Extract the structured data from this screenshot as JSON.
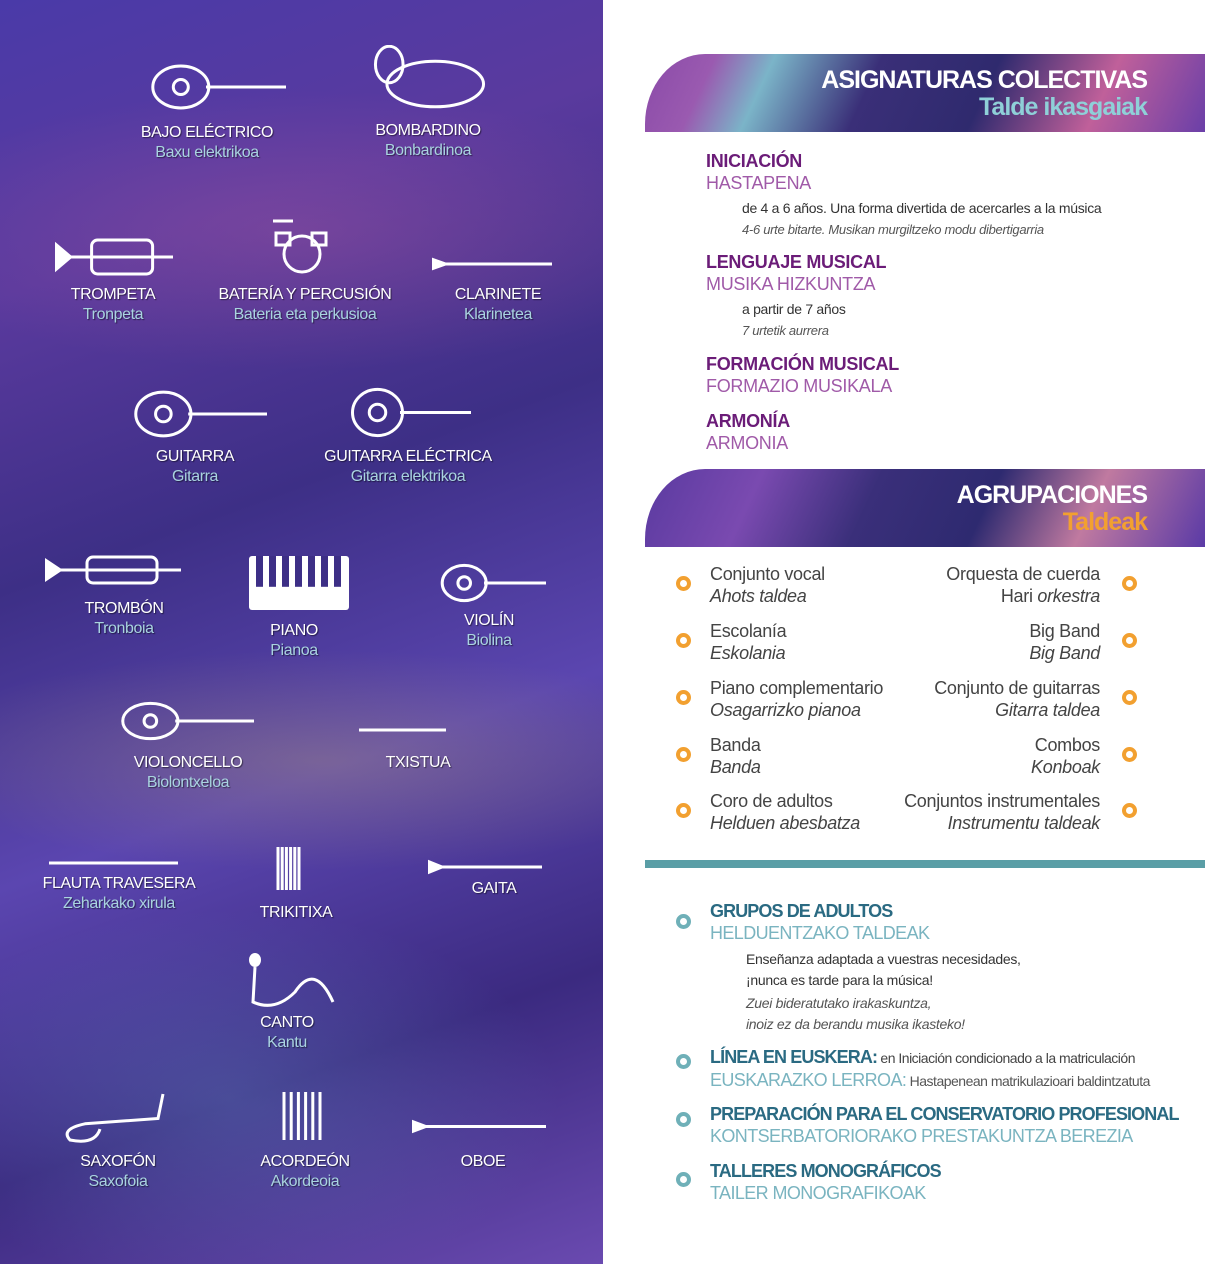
{
  "instruments": [
    {
      "es": "BAJO ELÉCTRICO",
      "eu": "Baxu elektrikoa",
      "icon": "electric-bass"
    },
    {
      "es": "BOMBARDINO",
      "eu": "Bonbardinoa",
      "icon": "euphonium"
    },
    {
      "es": "TROMPETA",
      "eu": "Tronpeta",
      "icon": "trumpet"
    },
    {
      "es": "BATERÍA Y PERCUSIÓN",
      "eu": "Bateria eta perkusioa",
      "icon": "drums"
    },
    {
      "es": "CLARINETE",
      "eu": "Klarinetea",
      "icon": "clarinet"
    },
    {
      "es": "GUITARRA",
      "eu": "Gitarra",
      "icon": "guitar"
    },
    {
      "es": "GUITARRA ELÉCTRICA",
      "eu": "Gitarra elektrikoa",
      "icon": "electric-guitar"
    },
    {
      "es": "TROMBÓN",
      "eu": "Tronboia",
      "icon": "trombone"
    },
    {
      "es": "PIANO",
      "eu": "Pianoa",
      "icon": "piano"
    },
    {
      "es": "VIOLÍN",
      "eu": "Biolina",
      "icon": "violin"
    },
    {
      "es": "VIOLONCELLO",
      "eu": "Biolontxeloa",
      "icon": "cello"
    },
    {
      "es": "TXISTUA",
      "eu": "",
      "icon": "txistu"
    },
    {
      "es": "FLAUTA TRAVESERA",
      "eu": "Zeharkako xirula",
      "icon": "flute"
    },
    {
      "es": "TRIKITIXA",
      "eu": "",
      "icon": "trikitixa"
    },
    {
      "es": "GAITA",
      "eu": "",
      "icon": "gaita"
    },
    {
      "es": "CANTO",
      "eu": "Kantu",
      "icon": "microphone"
    },
    {
      "es": "SAXOFÓN",
      "eu": "Saxofoia",
      "icon": "saxophone"
    },
    {
      "es": "ACORDEÓN",
      "eu": "Akordeoia",
      "icon": "accordion"
    },
    {
      "es": "OBOE",
      "eu": "",
      "icon": "oboe"
    }
  ],
  "colectivas": {
    "title": "ASIGNATURAS COLECTIVAS",
    "subtitle": "Talde ikasgaiak",
    "items": [
      {
        "es": "INICIACIÓN",
        "eu": "HASTAPENA",
        "desc_es": "de 4 a 6 años. Una forma divertida de acercarles a la música",
        "desc_eu": "4-6 urte bitarte. Musikan murgiltzeko modu dibertigarria"
      },
      {
        "es": "LENGUAJE MUSICAL",
        "eu": "MUSIKA HIZKUNTZA",
        "desc_es": "a partir de 7 años",
        "desc_eu": "7 urtetik aurrera"
      },
      {
        "es": "FORMACIÓN MUSICAL",
        "eu": "FORMAZIO MUSIKALA"
      },
      {
        "es": "ARMONÍA",
        "eu": "ARMONIA"
      }
    ]
  },
  "agrupaciones": {
    "title": "AGRUPACIONES",
    "subtitle": "Taldeak",
    "left": [
      {
        "es": "Conjunto vocal",
        "eu": "Ahots taldea"
      },
      {
        "es": "Escolanía",
        "eu": "Eskolania"
      },
      {
        "es": "Piano complementario",
        "eu": "Osagarrizko pianoa"
      },
      {
        "es": "Banda",
        "eu": "Banda"
      },
      {
        "es": "Coro de adultos",
        "eu": "Helduen abesbatza"
      }
    ],
    "right": [
      {
        "es": "Orquesta de cuerda",
        "eu_a": "Hari ",
        "eu_b": "orkestra"
      },
      {
        "es": "Big Band",
        "eu_a": "",
        "eu_b": "Big Band"
      },
      {
        "es": "Conjunto de guitarras",
        "eu_a": "",
        "eu_b": "Gitarra taldea"
      },
      {
        "es": "Combos",
        "eu_a": "",
        "eu_b": "Konboak"
      },
      {
        "es": "Conjuntos instrumentales",
        "eu_a": "",
        "eu_b": "Instrumentu taldeak"
      }
    ]
  },
  "adultos": {
    "es": "GRUPOS DE ADULTOS",
    "eu": "HELDUENTZAKO TALDEAK",
    "d1": "Enseñanza adaptada a vuestras necesidades,",
    "d2": "¡nunca es tarde para la música!",
    "d3": "Zuei bideratutako irakaskuntza,",
    "d4": "inoiz ez da berandu musika ikasteko!"
  },
  "euskera": {
    "es": "LÍNEA EN EUSKERA:",
    "es_desc": " en Iniciación condicionado a la matriculación",
    "eu": "EUSKARAZKO LERROA:",
    "eu_desc": " Hastapenean matrikulazioari baldintzatuta"
  },
  "conservatorio": {
    "es": "PREPARACIÓN PARA EL CONSERVATORIO PROFESIONAL",
    "eu": "KONTSERBATORIORAKO PRESTAKUNTZA BEREZIA"
  },
  "talleres": {
    "es": "TALLERES MONOGRÁFICOS",
    "eu": "TAILER MONOGRAFIKOAK"
  },
  "colors": {
    "purple": "#6b1c78",
    "lilac": "#a05aa8",
    "teal": "#2a6a82",
    "orange": "#f2a030",
    "subtitle_teal": "#8fd0d8",
    "subtitle_orange": "#f2a030"
  }
}
